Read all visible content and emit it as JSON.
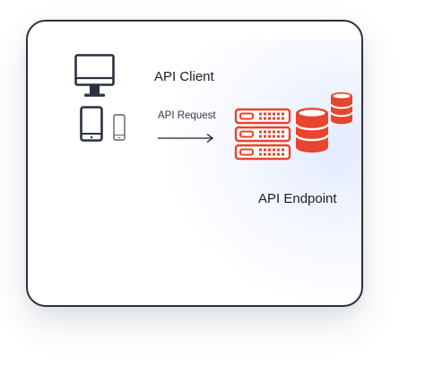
{
  "diagram": {
    "client_label": "API Client",
    "request_label": "API Request",
    "endpoint_label": "API Endpoint",
    "colors": {
      "outline": "#2a3140",
      "accent": "#e8442e",
      "text": "#1a1d24"
    },
    "icons": {
      "client": [
        "monitor-icon",
        "tablet-icon",
        "phone-icon"
      ],
      "endpoint": [
        "server-rack-icon",
        "database-icon",
        "database-small-icon"
      ],
      "connector": "arrow-right-icon"
    }
  }
}
